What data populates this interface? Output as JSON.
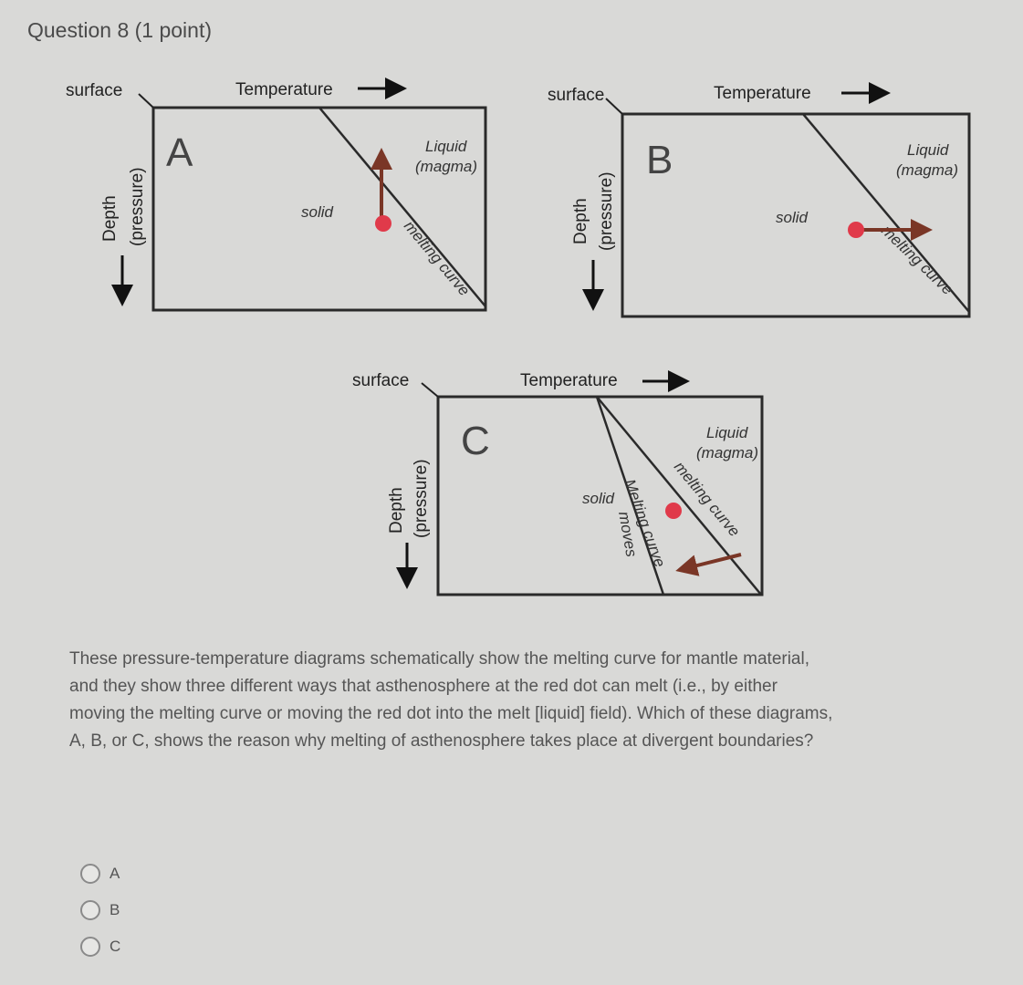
{
  "question": {
    "title": "Question 8 (1 point)",
    "text": "These pressure-temperature diagrams schematically show the melting curve for mantle material, and they show three different ways that asthenosphere at the red dot can melt (i.e., by either moving the melting curve or moving the red dot into the melt [liquid] field). Which of these diagrams, A, B, or C, shows the reason why melting of asthenosphere takes place at divergent boundaries?"
  },
  "colors": {
    "red_dot": "#e03a4a",
    "arrow": "#7a3626",
    "frame": "#2a2a2a"
  },
  "diagrams": {
    "A": {
      "letter": "A",
      "surface": "surface",
      "temperature": "Temperature",
      "depth": "Depth",
      "pressure": "(pressure)",
      "liquid": "Liquid",
      "magma": "(magma)",
      "solid": "solid",
      "curve": "melting curve"
    },
    "B": {
      "letter": "B",
      "surface": "surface",
      "temperature": "Temperature",
      "depth": "Depth",
      "pressure": "(pressure)",
      "liquid": "Liquid",
      "magma": "(magma)",
      "solid": "solid",
      "curve": "melting curve"
    },
    "C": {
      "letter": "C",
      "surface": "surface",
      "temperature": "Temperature",
      "depth": "Depth",
      "pressure": "(pressure)",
      "liquid": "Liquid",
      "magma": "(magma)",
      "solid": "solid",
      "curve": "melting curve",
      "moved_curve": "Melting curve",
      "moves": "moves"
    }
  },
  "answers": [
    "A",
    "B",
    "C"
  ]
}
